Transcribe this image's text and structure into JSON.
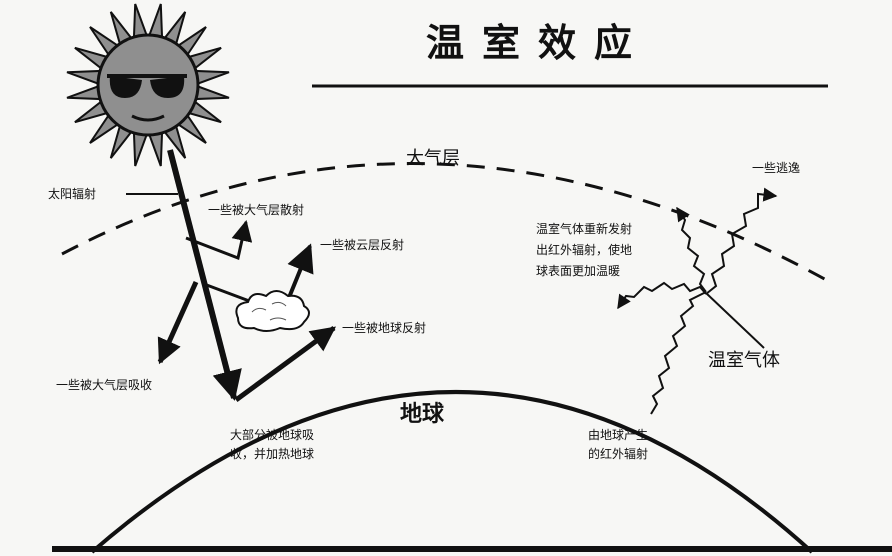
{
  "title": "温室效应",
  "labels": {
    "atmosphere": "大气层",
    "earth": "地球",
    "solar_radiation": "太阳辐射",
    "scattered": "一些被大气层散射",
    "cloud_reflected": "一些被云层反射",
    "earth_reflected": "一些被地球反射",
    "absorbed_by_atmosphere": "一些被大气层吸收",
    "absorbed_by_earth_1": "大部分被地球吸",
    "absorbed_by_earth_2": "收，并加热地球",
    "escape": "一些逃逸",
    "reemit_1": "温室气体重新发射",
    "reemit_2": "出红外辐射，使地",
    "reemit_3": "球表面更加温暖",
    "greenhouse_gas": "温室气体",
    "earth_ir_1": "由地球产生",
    "earth_ir_2": "的红外辐射"
  },
  "icons": {
    "sun": "sun-with-sunglasses-icon",
    "cloud": "cloud-icon"
  },
  "colors": {
    "ink": "#111111",
    "paper": "#f7f7f5",
    "sun_fill": "#8f8f8f",
    "cloud_fill": "#ffffff"
  }
}
